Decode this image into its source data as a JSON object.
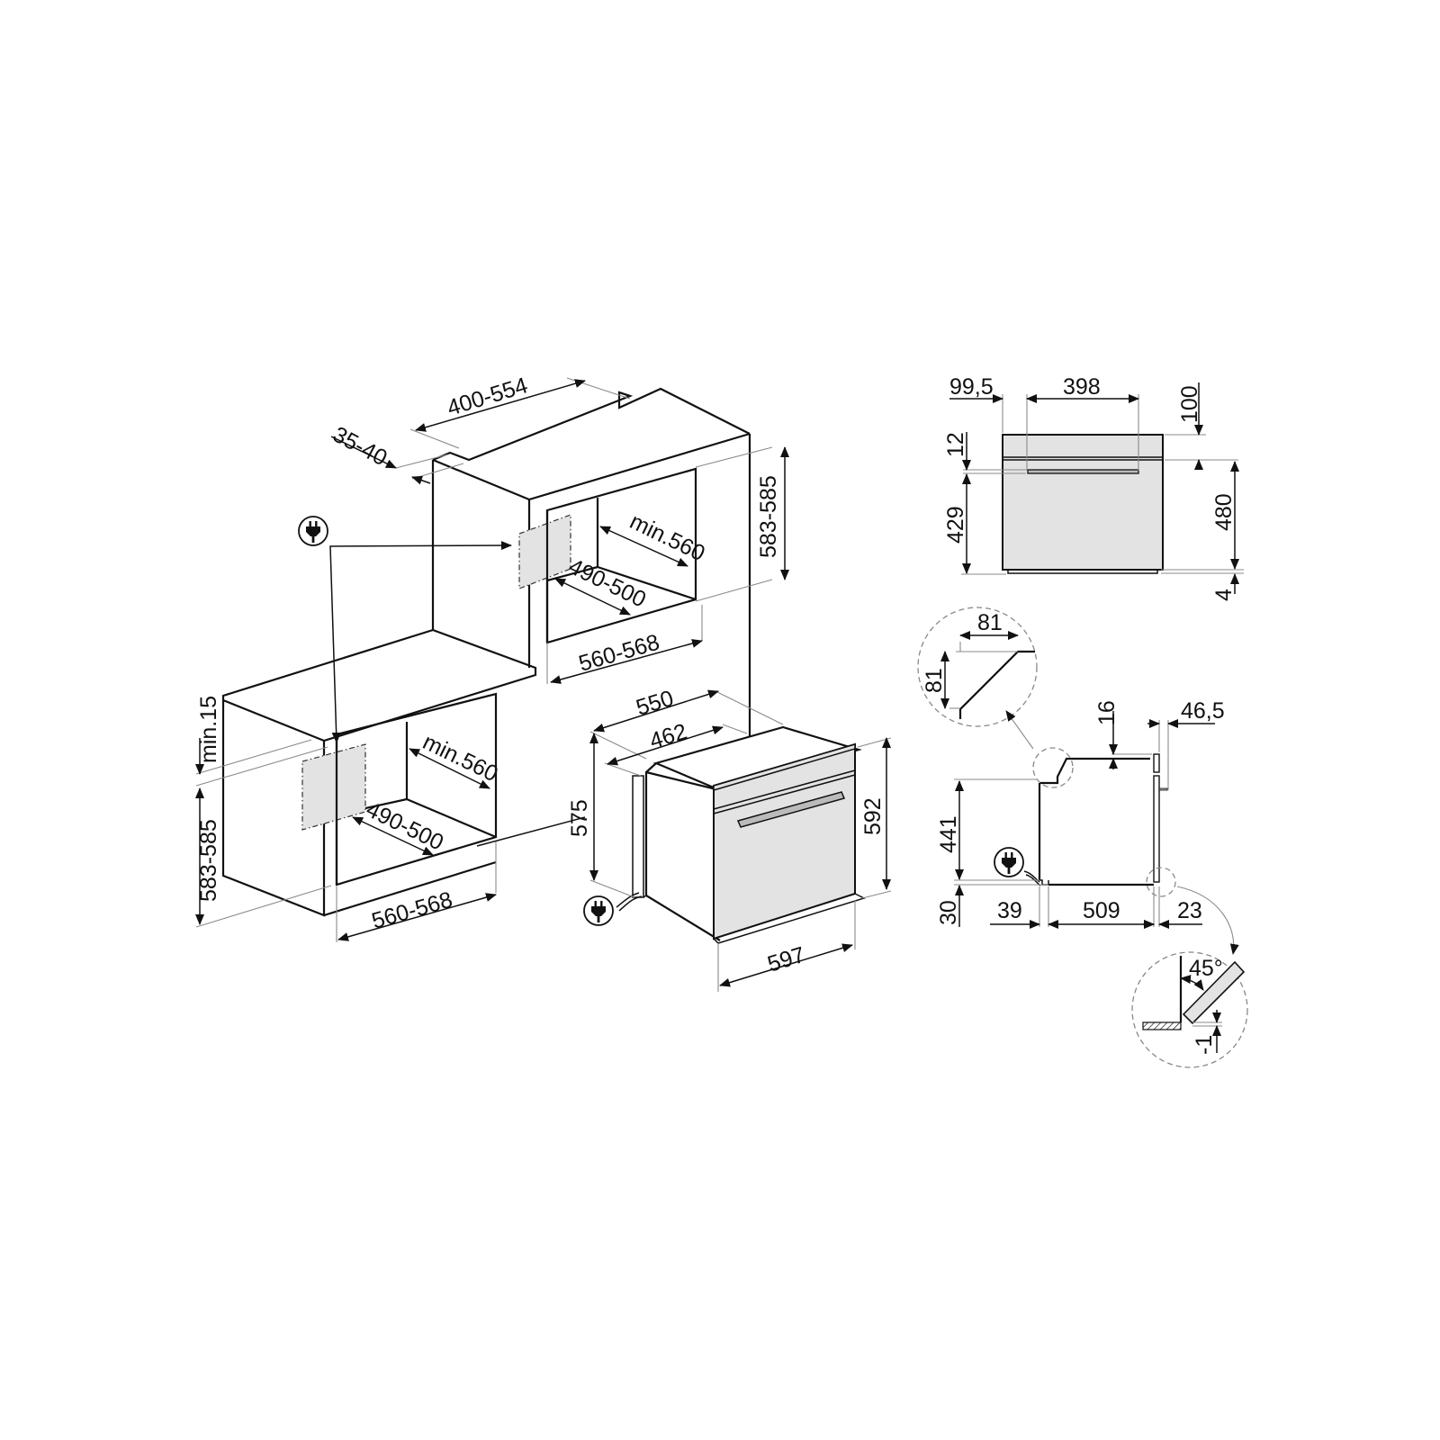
{
  "diagram": {
    "type": "built-in oven installation dimension drawing",
    "units": "mm",
    "colors": {
      "line": "#111111",
      "extension_line": "#8a8a8a",
      "panel_fill": "#e3e3e3",
      "background": "#ffffff"
    },
    "column_install": {
      "label_depth_top": "400-554",
      "label_back_gap": "35-40",
      "label_niche_height": "583-585",
      "label_inner_depth": "min.560",
      "label_inner_height": "490-500",
      "label_niche_width": "560-568",
      "socket_icon": "plug-icon"
    },
    "undercounter_install": {
      "label_top_gap": "min.15",
      "label_niche_height": "583-585",
      "label_inner_depth": "min.560",
      "label_inner_height": "490-500",
      "label_niche_width": "560-568"
    },
    "oven_iso": {
      "label_total_depth": "550",
      "label_body_depth": "462",
      "label_body_height": "575",
      "label_front_height": "592",
      "label_front_width": "597",
      "plug_icon": "plug-icon"
    },
    "front_view": {
      "label_handle_offset": "99,5",
      "label_handle_width": "398",
      "label_top_panel": "100",
      "label_handle_gap": "12",
      "label_door_to_handle": "429",
      "label_door_height": "480",
      "label_bottom_gap": "4"
    },
    "side_view": {
      "label_chamfer_w": "81",
      "label_chamfer_h": "81",
      "label_top_offset": "16",
      "label_front_depth": "46,5",
      "label_body_height": "441",
      "label_base_height": "30",
      "label_back_offset": "39",
      "label_body_depth": "509",
      "label_front_thickness": "23",
      "label_angle": "45°",
      "label_recess": "-1",
      "plug_icon": "plug-icon"
    }
  }
}
